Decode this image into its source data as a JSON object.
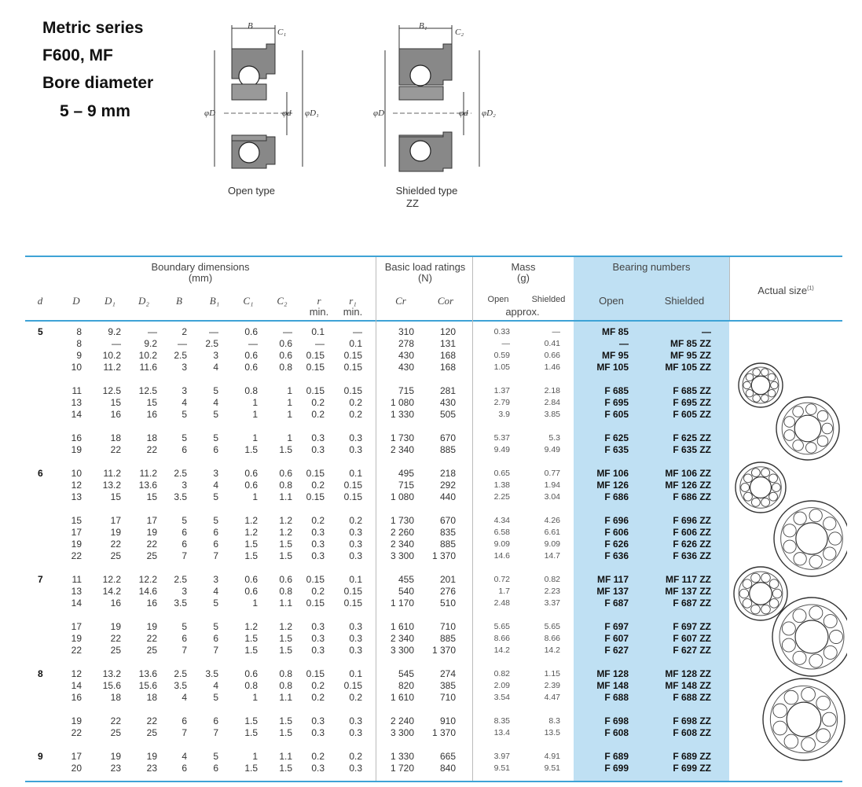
{
  "title": {
    "line1": "Metric series",
    "line2": "F600, MF",
    "line3": "Bore diameter",
    "line4": "5 – 9 mm"
  },
  "diagrams": {
    "open_caption": "Open type",
    "shielded_caption_1": "Shielded type",
    "shielded_caption_2": "ZZ"
  },
  "table": {
    "group_boundary": "Boundary dimensions",
    "group_boundary_unit": "(mm)",
    "group_load": "Basic load ratings",
    "group_load_unit": "(N)",
    "group_mass": "Mass",
    "group_mass_unit": "(g)",
    "group_numbers": "Bearing numbers",
    "actual_size": "Actual size",
    "actual_size_note": "(1)",
    "sym_d": "d",
    "sym_D": "D",
    "sym_D1": "D₁",
    "sym_D2": "D₂",
    "sym_B": "B",
    "sym_B1": "B₁",
    "sym_C1": "C₁",
    "sym_C2": "C₂",
    "sym_r": "r",
    "sym_r1": "r₁",
    "sym_r_min": "min.",
    "sym_r1_min": "min.",
    "sym_Cr": "Cr",
    "sym_Cor": "Cor",
    "mass_open": "Open",
    "mass_shielded": "Shielded",
    "mass_approx": "approx.",
    "num_open": "Open",
    "num_shielded": "Shielded",
    "rows": [
      [
        "5",
        "8",
        "9.2",
        "—",
        "2",
        "—",
        "0.6",
        "—",
        "0.1",
        "—",
        "310",
        "120",
        "0.33",
        "—",
        "MF  85",
        "—"
      ],
      [
        "",
        "8",
        "—",
        "9.2",
        "—",
        "2.5",
        "—",
        "0.6",
        "—",
        "0.1",
        "278",
        "131",
        "—",
        "0.41",
        "—",
        "MF  85 ZZ"
      ],
      [
        "",
        "9",
        "10.2",
        "10.2",
        "2.5",
        "3",
        "0.6",
        "0.6",
        "0.15",
        "0.15",
        "430",
        "168",
        "0.59",
        "0.66",
        "MF  95",
        "MF  95 ZZ"
      ],
      [
        "",
        "10",
        "11.2",
        "11.6",
        "3",
        "4",
        "0.6",
        "0.8",
        "0.15",
        "0.15",
        "430",
        "168",
        "1.05",
        "1.46",
        "MF 105",
        "MF 105 ZZ"
      ],
      [
        "",
        "11",
        "12.5",
        "12.5",
        "3",
        "5",
        "0.8",
        "1",
        "0.15",
        "0.15",
        "715",
        "281",
        "1.37",
        "2.18",
        "F 685",
        "F 685 ZZ"
      ],
      [
        "",
        "13",
        "15",
        "15",
        "4",
        "4",
        "1",
        "1",
        "0.2",
        "0.2",
        "1 080",
        "430",
        "2.79",
        "2.84",
        "F 695",
        "F 695 ZZ"
      ],
      [
        "",
        "14",
        "16",
        "16",
        "5",
        "5",
        "1",
        "1",
        "0.2",
        "0.2",
        "1 330",
        "505",
        "3.9",
        "3.85",
        "F 605",
        "F 605 ZZ"
      ],
      [
        "",
        "16",
        "18",
        "18",
        "5",
        "5",
        "1",
        "1",
        "0.3",
        "0.3",
        "1 730",
        "670",
        "5.37",
        "5.3",
        "F 625",
        "F 625 ZZ"
      ],
      [
        "",
        "19",
        "22",
        "22",
        "6",
        "6",
        "1.5",
        "1.5",
        "0.3",
        "0.3",
        "2 340",
        "885",
        "9.49",
        "9.49",
        "F 635",
        "F 635 ZZ"
      ],
      [
        "6",
        "10",
        "11.2",
        "11.2",
        "2.5",
        "3",
        "0.6",
        "0.6",
        "0.15",
        "0.1",
        "495",
        "218",
        "0.65",
        "0.77",
        "MF 106",
        "MF 106 ZZ"
      ],
      [
        "",
        "12",
        "13.2",
        "13.6",
        "3",
        "4",
        "0.6",
        "0.8",
        "0.2",
        "0.15",
        "715",
        "292",
        "1.38",
        "1.94",
        "MF 126",
        "MF 126 ZZ"
      ],
      [
        "",
        "13",
        "15",
        "15",
        "3.5",
        "5",
        "1",
        "1.1",
        "0.15",
        "0.15",
        "1 080",
        "440",
        "2.25",
        "3.04",
        "F 686",
        "F 686   ZZ"
      ],
      [
        "",
        "15",
        "17",
        "17",
        "5",
        "5",
        "1.2",
        "1.2",
        "0.2",
        "0.2",
        "1 730",
        "670",
        "4.34",
        "4.26",
        "F 696",
        "F 696 ZZ"
      ],
      [
        "",
        "17",
        "19",
        "19",
        "6",
        "6",
        "1.2",
        "1.2",
        "0.3",
        "0.3",
        "2 260",
        "835",
        "6.58",
        "6.61",
        "F 606",
        "F 606 ZZ"
      ],
      [
        "",
        "19",
        "22",
        "22",
        "6",
        "6",
        "1.5",
        "1.5",
        "0.3",
        "0.3",
        "2 340",
        "885",
        "9.09",
        "9.09",
        "F 626",
        "F 626 ZZ"
      ],
      [
        "",
        "22",
        "25",
        "25",
        "7",
        "7",
        "1.5",
        "1.5",
        "0.3",
        "0.3",
        "3 300",
        "1 370",
        "14.6",
        "14.7",
        "F 636",
        "F 636 ZZ"
      ],
      [
        "7",
        "11",
        "12.2",
        "12.2",
        "2.5",
        "3",
        "0.6",
        "0.6",
        "0.15",
        "0.1",
        "455",
        "201",
        "0.72",
        "0.82",
        "MF 117",
        "MF 117 ZZ"
      ],
      [
        "",
        "13",
        "14.2",
        "14.6",
        "3",
        "4",
        "0.6",
        "0.8",
        "0.2",
        "0.15",
        "540",
        "276",
        "1.7",
        "2.23",
        "MF 137",
        "MF 137 ZZ"
      ],
      [
        "",
        "14",
        "16",
        "16",
        "3.5",
        "5",
        "1",
        "1.1",
        "0.15",
        "0.15",
        "1 170",
        "510",
        "2.48",
        "3.37",
        "F 687",
        "F 687 ZZ"
      ],
      [
        "",
        "17",
        "19",
        "19",
        "5",
        "5",
        "1.2",
        "1.2",
        "0.3",
        "0.3",
        "1 610",
        "710",
        "5.65",
        "5.65",
        "F 697",
        "F 697 ZZ"
      ],
      [
        "",
        "19",
        "22",
        "22",
        "6",
        "6",
        "1.5",
        "1.5",
        "0.3",
        "0.3",
        "2 340",
        "885",
        "8.66",
        "8.66",
        "F 607",
        "F 607 ZZ"
      ],
      [
        "",
        "22",
        "25",
        "25",
        "7",
        "7",
        "1.5",
        "1.5",
        "0.3",
        "0.3",
        "3 300",
        "1 370",
        "14.2",
        "14.2",
        "F 627",
        "F 627 ZZ"
      ],
      [
        "8",
        "12",
        "13.2",
        "13.6",
        "2.5",
        "3.5",
        "0.6",
        "0.8",
        "0.15",
        "0.1",
        "545",
        "274",
        "0.82",
        "1.15",
        "MF 128",
        "MF 128 ZZ"
      ],
      [
        "",
        "14",
        "15.6",
        "15.6",
        "3.5",
        "4",
        "0.8",
        "0.8",
        "0.2",
        "0.15",
        "820",
        "385",
        "2.09",
        "2.39",
        "MF 148",
        "MF 148 ZZ"
      ],
      [
        "",
        "16",
        "18",
        "18",
        "4",
        "5",
        "1",
        "1.1",
        "0.2",
        "0.2",
        "1 610",
        "710",
        "3.54",
        "4.47",
        "F 688",
        "F 688   ZZ"
      ],
      [
        "",
        "19",
        "22",
        "22",
        "6",
        "6",
        "1.5",
        "1.5",
        "0.3",
        "0.3",
        "2 240",
        "910",
        "8.35",
        "8.3",
        "F 698",
        "F 698 ZZ"
      ],
      [
        "",
        "22",
        "25",
        "25",
        "7",
        "7",
        "1.5",
        "1.5",
        "0.3",
        "0.3",
        "3 300",
        "1 370",
        "13.4",
        "13.5",
        "F 608",
        "F 608 ZZ"
      ],
      [
        "9",
        "17",
        "19",
        "19",
        "4",
        "5",
        "1",
        "1.1",
        "0.2",
        "0.2",
        "1 330",
        "665",
        "3.97",
        "4.91",
        "F 689",
        "F 689 ZZ"
      ],
      [
        "",
        "20",
        "23",
        "23",
        "6",
        "6",
        "1.5",
        "1.5",
        "0.3",
        "0.3",
        "1 720",
        "840",
        "9.51",
        "9.51",
        "F 699",
        "F 699 ZZ"
      ]
    ]
  }
}
